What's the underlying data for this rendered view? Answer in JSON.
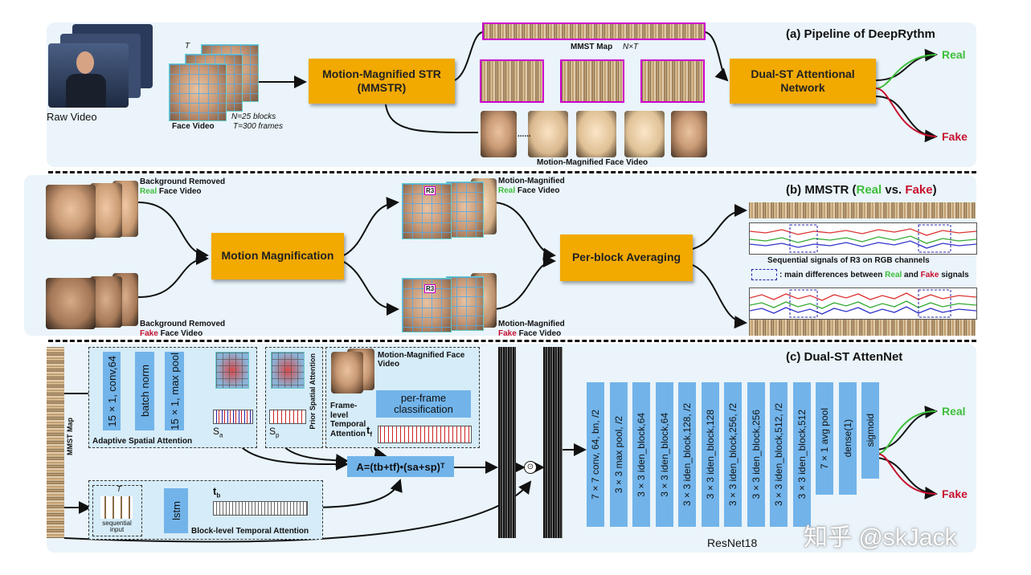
{
  "section_a": {
    "title": "(a) Pipeline of DeepRythm",
    "raw_video": "Raw Video",
    "face_video": "Face Video",
    "t_label": "T",
    "n_blocks": "N=25 blocks",
    "t_frames": "T=300 frames",
    "mmstr_box": "Motion-Magnified STR (MMSTR)",
    "mmst_map": "MMST Map",
    "nxt": "N×T",
    "dual_st_box": "Dual-ST Attentional Network",
    "mm_face_video": "Motion-Magnified Face Video",
    "ellipsis": "......",
    "real": "Real",
    "fake": "Fake"
  },
  "section_b": {
    "title_prefix": "(b) MMSTR (",
    "title_real": "Real",
    "title_mid": " vs. ",
    "title_fake": "Fake",
    "title_suffix": ")",
    "bg_removed": "Background Removed",
    "real_word": "Real",
    "fake_word": "Fake",
    "face_video": "Face Video",
    "motion_mag_box": "Motion Magnification",
    "mm_label": "Motion-Magnified",
    "r3": "R3",
    "per_block_box": "Per-block Averaging",
    "seq_signals": "Sequential signals of R3 on RGB channels",
    "main_diff_prefix": ": main differences between ",
    "main_diff_and": " and ",
    "main_diff_suffix": " signals"
  },
  "section_c": {
    "title": "(c) Dual-ST AttenNet",
    "mmst_map": "MMST Map",
    "conv": "15×1, conv,64",
    "bn": "batch norm",
    "maxpool": "15×1, max pool",
    "sa": "S",
    "sa_sub": "a",
    "sp": "S",
    "sp_sub": "p",
    "adaptive": "Adaptive Spatial Attention",
    "prior": "Prior Spatial Attention",
    "mm_face_video": "Motion-Magnified Face Video",
    "frame_level": "Frame-level Temporal Attention",
    "per_frame": "per-frame classification",
    "tf": "t",
    "tf_sub": "f",
    "formula": "A=(tb+tf)•(sa+sp)ᵀ",
    "sequential_input": "sequential input",
    "t_label": "T",
    "lstm": "lstm",
    "tb": "t",
    "tb_sub": "b",
    "block_level": "Block-level Temporal Attention",
    "dot": "⊙",
    "resnet_layers": [
      "7×7 conv, 64, bn, /2",
      "3×3 max pool, /2",
      "3×3 iden_block,64",
      "3×3 iden_block,64",
      "3×3 iden_block,128, /2",
      "3×3 iden_block,128",
      "3×3 iden_block,256, /2",
      "3×3 iden_block,256",
      "3×3 iden_block,512, /2",
      "3×3 iden_block,512",
      "7×1 avg pool",
      "dense(1)",
      "sigmoid"
    ],
    "resnet_label": "ResNet18",
    "real": "Real",
    "fake": "Fake"
  },
  "watermark": "知乎 @skJack",
  "colors": {
    "orange": "#f2a900",
    "blue": "#72b4ea",
    "green": "#3dbf3a",
    "red": "#c8102e",
    "panel": "#eaf4fa"
  }
}
